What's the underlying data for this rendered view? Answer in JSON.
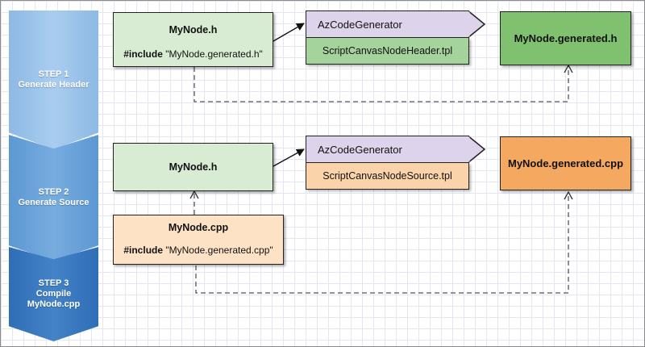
{
  "steps": [
    {
      "line1": "STEP 1",
      "line2": "Generate Header",
      "line3": ""
    },
    {
      "line1": "STEP 2",
      "line2": "Generate Source",
      "line3": ""
    },
    {
      "line1": "STEP 3",
      "line2": "Compile",
      "line3": "MyNode.cpp"
    }
  ],
  "step1": {
    "header_box": {
      "title": "MyNode.h",
      "include_keyword": "#include",
      "include_target": " \"MyNode.generated.h\""
    },
    "generator": {
      "label": "AzCodeGenerator",
      "template": "ScriptCanvasNodeHeader.tpl"
    },
    "output": "MyNode.generated.h"
  },
  "step2": {
    "header_box": {
      "title": "MyNode.h"
    },
    "generator": {
      "label": "AzCodeGenerator",
      "template": "ScriptCanvasNodeSource.tpl"
    },
    "output": "MyNode.generated.cpp"
  },
  "step3": {
    "source_box": {
      "title": "MyNode.cpp",
      "include_keyword": "#include",
      "include_target": " \"MyNode.generated.cpp\""
    }
  },
  "colors": {
    "step1": "#a9cdf0",
    "step2": "#77acdf",
    "step3": "#4483c7",
    "header_box": "#d8ecd4",
    "source_box": "#fde2c6",
    "generator": "#ddd3eb",
    "template_header": "#a5d39c",
    "template_source": "#fad3aa",
    "output_header": "#7fc16f",
    "output_source": "#f5a860"
  }
}
